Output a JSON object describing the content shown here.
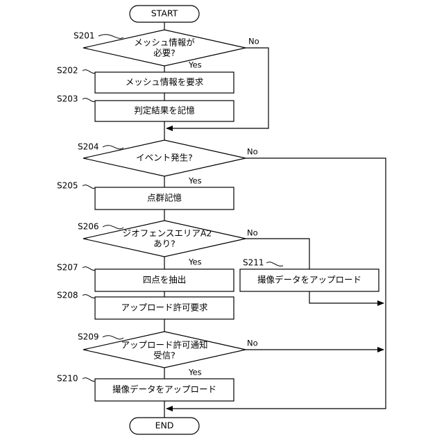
{
  "terminals": {
    "start": "START",
    "end": "END"
  },
  "steps": {
    "s201": {
      "id": "S201",
      "lines": [
        "メッシュ情報が",
        "必要?"
      ],
      "yes": "Yes",
      "no": "No"
    },
    "s202": {
      "id": "S202",
      "text": "メッシュ情報を要求"
    },
    "s203": {
      "id": "S203",
      "text": "判定結果を記憶"
    },
    "s204": {
      "id": "S204",
      "lines": [
        "イベント発生?"
      ],
      "yes": "Yes",
      "no": "No"
    },
    "s205": {
      "id": "S205",
      "text": "点群記憶"
    },
    "s206": {
      "id": "S206",
      "lines": [
        "ジオフェンスエリアA2",
        "あり?"
      ],
      "yes": "Yes",
      "no": "No"
    },
    "s207": {
      "id": "S207",
      "text": "四点を抽出"
    },
    "s208": {
      "id": "S208",
      "text": "アップロード許可要求"
    },
    "s209": {
      "id": "S209",
      "lines": [
        "アップロード許可通知",
        "受信?"
      ],
      "yes": "Yes",
      "no": "No"
    },
    "s210": {
      "id": "S210",
      "text": "撮像データをアップロード"
    },
    "s211": {
      "id": "S211",
      "text": "撮像データをアップロード"
    }
  }
}
